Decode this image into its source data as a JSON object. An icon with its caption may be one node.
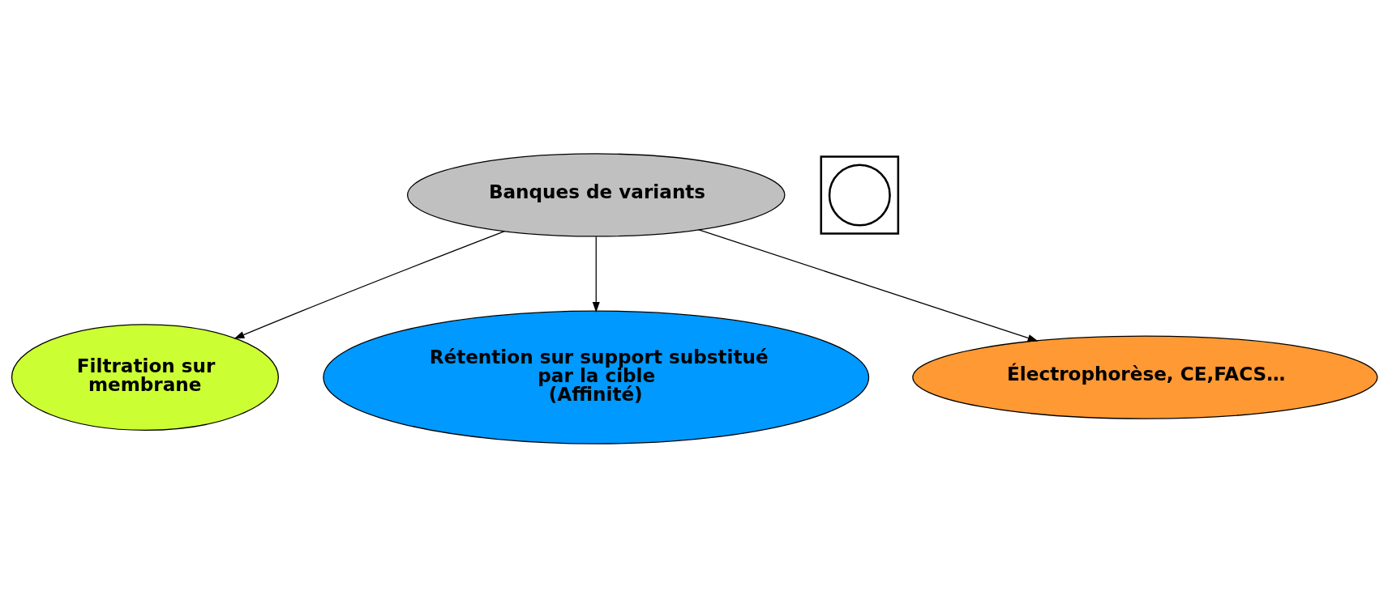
{
  "diagram": {
    "nodes": [
      {
        "text": [
          "Banques de variants"
        ]
      },
      {
        "text": [
          "Filtration sur membrane"
        ]
      },
      {
        "text": [
          "Rétention sur support substitué par la cible (Affinité)"
        ]
      },
      {
        "text": [
          "Électrophorèse, CE,FACS…"
        ]
      },
      {
        "text": [],
        "shape": "box"
      },
      {
        "text": [],
        "shape": "circle",
        "in": 4
      }
    ],
    "edges": [
      {
        "from": 0,
        "to": 1,
        "arrow": "to"
      },
      {
        "from": 0,
        "to": 2,
        "arrow": "to"
      },
      {
        "from": 0,
        "to": 3,
        "arrow": "to"
      }
    ]
  }
}
